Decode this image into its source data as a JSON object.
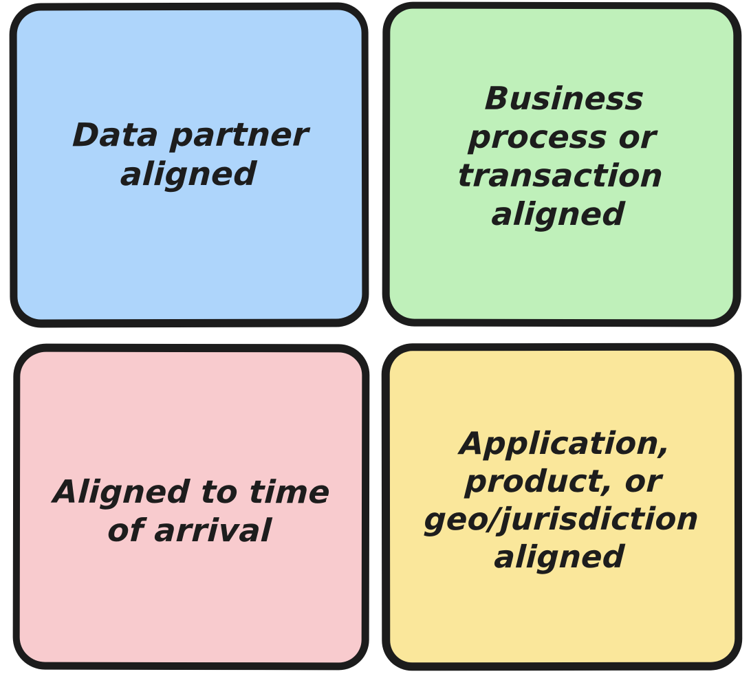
{
  "board": {
    "background_color": "#ffffff",
    "layout": "2x2-grid",
    "border_color": "#1c1c1c"
  },
  "cards": [
    {
      "id": "data-partner-aligned",
      "text": "Data partner\naligned",
      "lines": [
        "Data partner",
        "aligned"
      ],
      "fill_color": "#aed5fb",
      "color_name": "blue",
      "position": "top-left"
    },
    {
      "id": "business-process-or-transaction-aligned",
      "text": "Business\nprocess or\ntransaction\naligned",
      "lines": [
        "Business",
        "process or",
        "transaction",
        "aligned"
      ],
      "fill_color": "#bff0ba",
      "color_name": "green",
      "position": "top-right"
    },
    {
      "id": "aligned-to-time-of-arrival",
      "text": "Aligned to time\nof arrival",
      "lines": [
        "Aligned to time",
        "of arrival"
      ],
      "fill_color": "#f8cbce",
      "color_name": "pink",
      "position": "bottom-left"
    },
    {
      "id": "application-product-or-geo-jurisdiction-aligned",
      "text": "Application,\nproduct, or\ngeo/jurisdiction\naligned",
      "lines": [
        "Application,",
        "product, or",
        "geo/jurisdiction",
        "aligned"
      ],
      "fill_color": "#fae79b",
      "color_name": "yellow",
      "position": "bottom-right"
    }
  ]
}
